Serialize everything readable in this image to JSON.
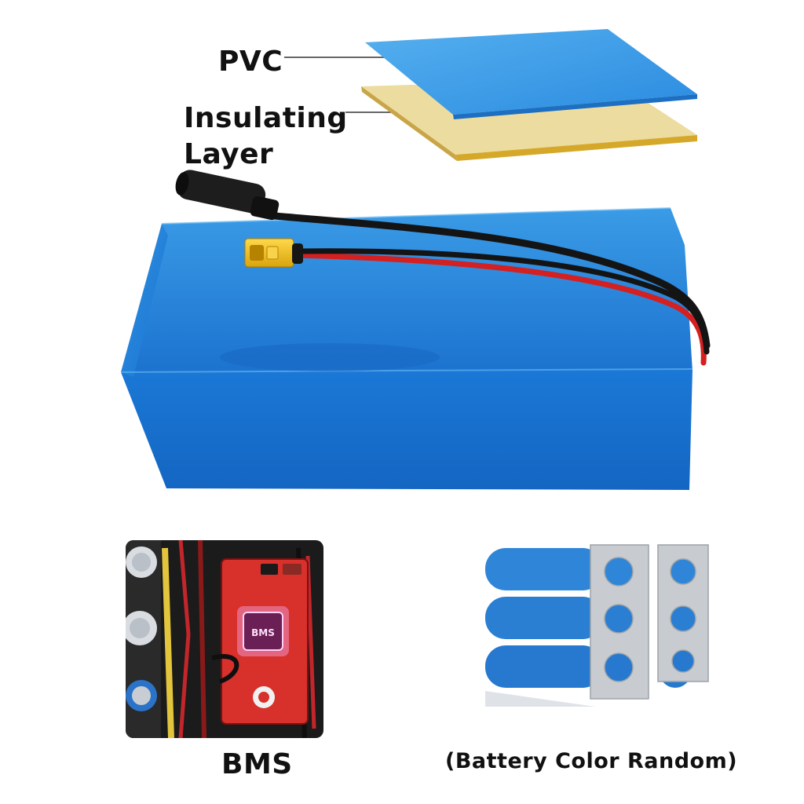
{
  "labels": {
    "pvc": "PVC",
    "insulating_line1": "Insulating",
    "insulating_line2": "Layer",
    "bms_chip": "BMS",
    "bms_caption": "BMS",
    "random_caption": "(Battery Color Random)"
  },
  "colors": {
    "battery_blue": "#1e7fd8",
    "pvc_blue": "#2d92e0",
    "insulation_tan": "#e6d28a",
    "bms_board_red": "#d8302a",
    "xt_connector_yellow": "#f2c21b",
    "wire_red": "#d42020",
    "wire_black": "#141414"
  }
}
